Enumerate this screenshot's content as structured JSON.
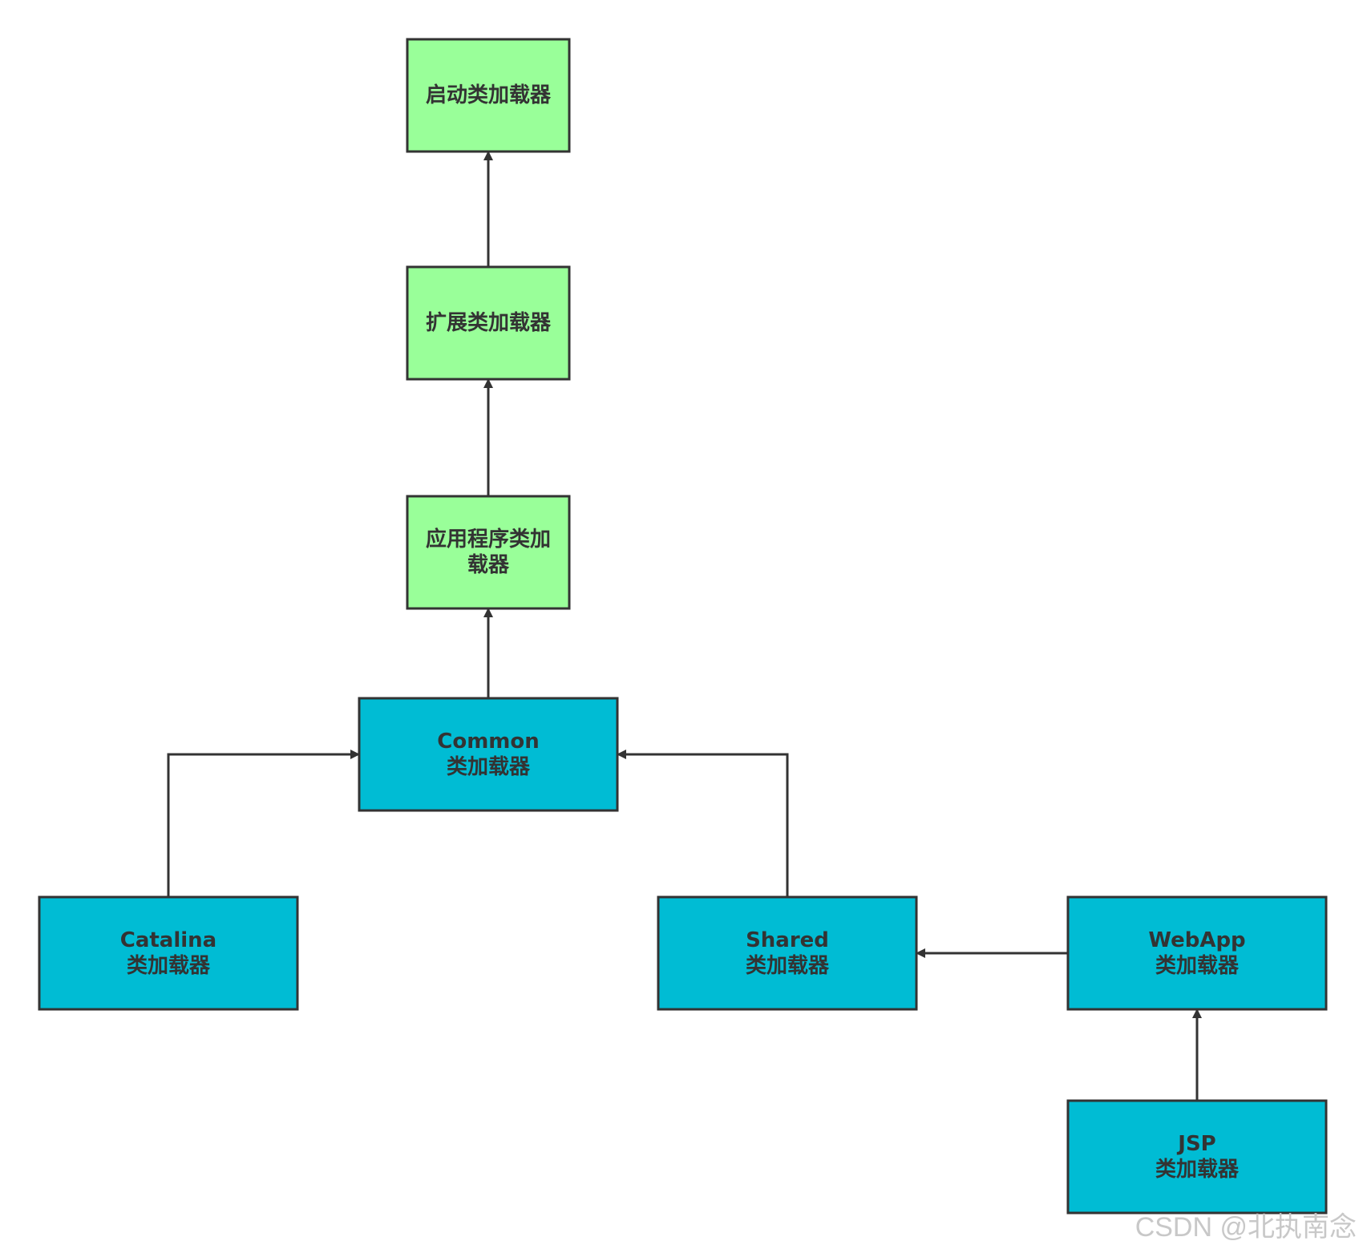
{
  "colors": {
    "jvm_node_fill": "#99ff99",
    "tomcat_node_fill": "#00bcd4",
    "stroke": "#333333",
    "text": "#333333"
  },
  "nodes": [
    {
      "id": "bootstrap",
      "group": "jvm",
      "lines": [
        "启动类加载器"
      ]
    },
    {
      "id": "extension",
      "group": "jvm",
      "lines": [
        "扩展类加载器"
      ]
    },
    {
      "id": "application",
      "group": "jvm",
      "lines": [
        "应用程序类加",
        "载器"
      ]
    },
    {
      "id": "common",
      "group": "tomcat",
      "lines": [
        "Common",
        "类加载器"
      ]
    },
    {
      "id": "catalina",
      "group": "tomcat",
      "lines": [
        "Catalina",
        "类加载器"
      ]
    },
    {
      "id": "shared",
      "group": "tomcat",
      "lines": [
        "Shared",
        "类加载器"
      ]
    },
    {
      "id": "webapp",
      "group": "tomcat",
      "lines": [
        "WebApp",
        "类加载器"
      ]
    },
    {
      "id": "jsp",
      "group": "tomcat",
      "lines": [
        "JSP",
        "类加载器"
      ]
    }
  ],
  "edges": [
    {
      "from": "extension",
      "to": "bootstrap"
    },
    {
      "from": "application",
      "to": "extension"
    },
    {
      "from": "common",
      "to": "application"
    },
    {
      "from": "catalina",
      "to": "common"
    },
    {
      "from": "shared",
      "to": "common"
    },
    {
      "from": "webapp",
      "to": "shared"
    },
    {
      "from": "jsp",
      "to": "webapp"
    }
  ],
  "watermark": "CSDN @北执南念"
}
